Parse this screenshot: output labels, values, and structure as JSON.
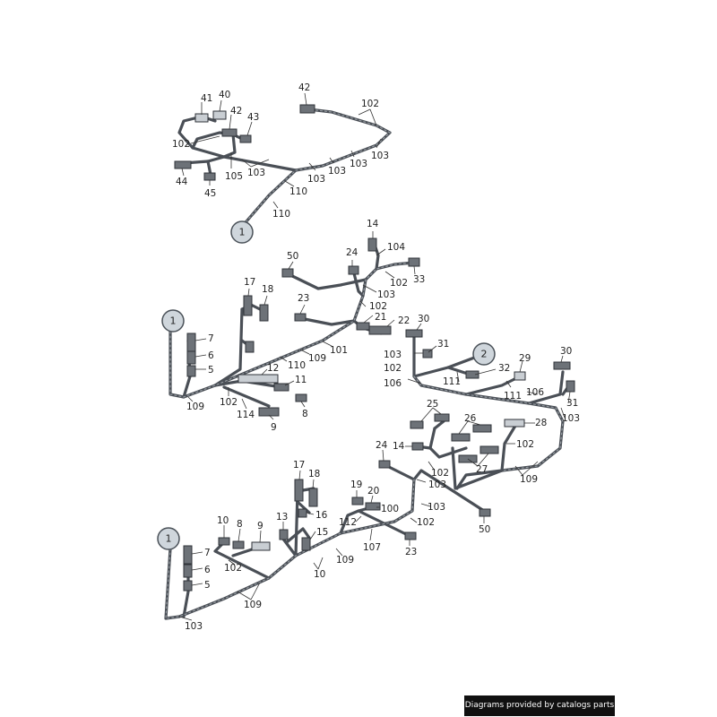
{
  "diagram": {
    "reference_markers": [
      "1",
      "1",
      "2",
      "1"
    ],
    "callouts": [
      "41",
      "40",
      "42",
      "43",
      "102",
      "44",
      "45",
      "105",
      "103",
      "103",
      "103",
      "103",
      "103",
      "110",
      "110",
      "42",
      "102",
      "14",
      "104",
      "24",
      "33",
      "102",
      "103",
      "50",
      "17",
      "18",
      "23",
      "21",
      "22",
      "102",
      "101",
      "110",
      "109",
      "7",
      "6",
      "5",
      "109",
      "12",
      "11",
      "102",
      "114",
      "9",
      "8",
      "30",
      "31",
      "103",
      "102",
      "106",
      "111",
      "32",
      "29",
      "111",
      "106",
      "30",
      "31",
      "103",
      "25",
      "26",
      "28",
      "14",
      "102",
      "27",
      "109",
      "24",
      "102",
      "103",
      "17",
      "18",
      "19",
      "20",
      "100",
      "13",
      "16",
      "15",
      "112",
      "103",
      "102",
      "107",
      "50",
      "23",
      "10",
      "8",
      "9",
      "10",
      "109",
      "7",
      "6",
      "5",
      "102",
      "109",
      "103"
    ]
  },
  "footer": {
    "credit": "Diagrams provided by catalogs parts"
  }
}
